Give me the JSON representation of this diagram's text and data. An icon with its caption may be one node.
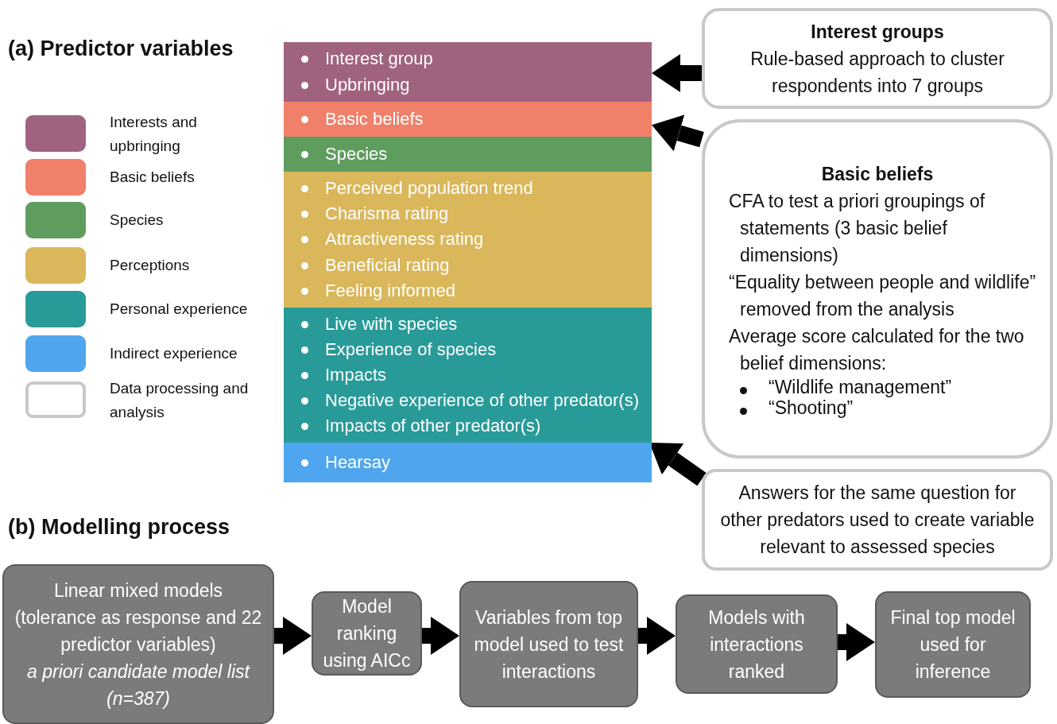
{
  "diagram": {
    "nodes": [
      {
        "text": [
          "Interest group",
          "Upbringing"
        ]
      },
      {
        "text": [
          "Basic beliefs"
        ]
      },
      {
        "text": [
          "Species"
        ]
      },
      {
        "text": [
          "Perceived population trend",
          "Charisma rating",
          "Attractiveness rating",
          "Beneficial rating",
          "Feeling informed"
        ]
      },
      {
        "text": [
          "Live with species",
          "Experience of species",
          "Impacts",
          "Negative experience of other predator(s)",
          "Impacts of other predator(s)"
        ]
      },
      {
        "text": [
          "Hearsay"
        ]
      },
      {
        "text": [
          "Interest groups",
          "Rule-based approach to cluster respondents into 7 groups"
        ]
      },
      {
        "text": [
          "Basic beliefs",
          "CFA to test a priori groupings of statements (3 basic belief dimensions)",
          "“Equality between people and wildlife” removed from the analysis",
          "Average score calculated for the two belief dimensions:",
          "“Wildlife management”",
          "“Shooting”"
        ]
      },
      {
        "text": [
          "Answers for the same question for other predators used to create variable relevant to assessed species"
        ]
      },
      {
        "text": [
          "Linear mixed models (tolerance as response and 22 predictor variables)",
          "a priori candidate model list (n=387)"
        ]
      },
      {
        "text": [
          "Model ranking using AICc"
        ]
      },
      {
        "text": [
          "Variables from top model used to test interactions"
        ]
      },
      {
        "text": [
          "Models with interactions ranked"
        ]
      },
      {
        "text": [
          "Final top model used for inference"
        ]
      }
    ],
    "edges": [
      {
        "from": 6,
        "to": 0,
        "arrow": "to"
      },
      {
        "from": 7,
        "to": 1,
        "arrow": "to"
      },
      {
        "from": 8,
        "to": 4,
        "arrow": "to"
      },
      {
        "from": 9,
        "to": 10,
        "arrow": "to"
      },
      {
        "from": 10,
        "to": 11,
        "arrow": "to"
      },
      {
        "from": 11,
        "to": 12,
        "arrow": "to"
      },
      {
        "from": 12,
        "to": 13,
        "arrow": "to"
      }
    ],
    "labels": [
      "(a) Predictor variables",
      "(b) Modelling process"
    ],
    "legend": [
      {
        "text": "Interests and upbringing",
        "color": "#a0637f"
      },
      {
        "text": "Basic beliefs",
        "color": "#f0806a"
      },
      {
        "text": "Species",
        "color": "#5f9d5f"
      },
      {
        "text": "Perceptions",
        "color": "#d9b75a"
      },
      {
        "text": "Personal experience",
        "color": "#289b98"
      },
      {
        "text": "Indirect experience",
        "color": "#4fa6ee"
      },
      {
        "text": "Data processing and analysis"
      }
    ]
  }
}
